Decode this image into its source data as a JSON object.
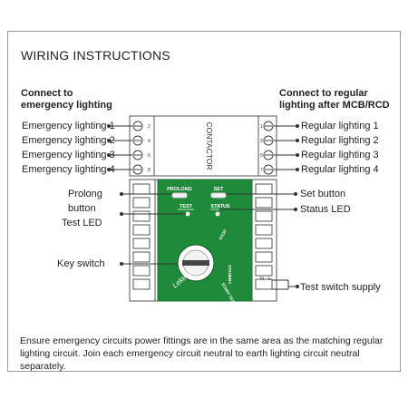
{
  "title": "WIRING INSTRUCTIONS",
  "left_header": [
    "Connect to",
    "emergency lighting"
  ],
  "right_header": [
    "Connect to regular",
    "lighting after MCB/RCD"
  ],
  "left_terminals": [
    "Emergency lighting 1",
    "Emergency lighting 2",
    "Emergency lighting 3",
    "Emergency lighting 4"
  ],
  "right_terminals": [
    "Regular lighting 1",
    "Regular lighting 2",
    "Regular lighting 3",
    "Regular lighting 4"
  ],
  "left_callouts": {
    "prolong": [
      "Prolong",
      "button"
    ],
    "test_led": "Test LED",
    "key_switch": "Key switch"
  },
  "right_callouts": {
    "set_button": "Set button",
    "status_led": "Status LED",
    "test_switch_supply": "Test switch supply"
  },
  "device": {
    "contactor_label": "CONTACTOR",
    "prolong": "PROLONG",
    "set": "SET",
    "test": "TEST",
    "status": "STATUS",
    "stop": "STOP",
    "standby": "STANDBY",
    "start_test": "START TEST",
    "brand": "Lektron",
    "terminal_n": "N",
    "terminal_l": "L",
    "terminal_numbers_left": [
      "2",
      "4",
      "6",
      "8"
    ],
    "terminal_numbers_right": [
      "1",
      "3",
      "5",
      "7"
    ]
  },
  "note": "Ensure emergency circuits power fittings are in the same area as the matching regular lighting circuit. Join each emergency circuit neutral to earth lighting circuit neutral separately.",
  "colors": {
    "panel_green": "#1f8a3a",
    "frame": "#9a9a9a"
  }
}
